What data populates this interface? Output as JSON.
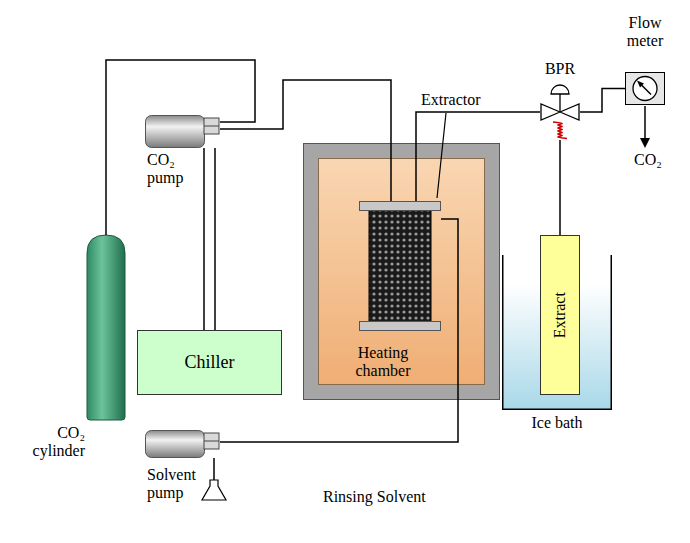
{
  "diagram": {
    "nodes": [
      {
        "text": [
          "CO₂ cylinder"
        ]
      },
      {
        "text": [
          "CO₂ pump"
        ]
      },
      {
        "text": [
          "Chiller"
        ]
      },
      {
        "text": [
          "Heating chamber"
        ]
      },
      {
        "text": [
          "Extractor"
        ],
        "in": 3
      },
      {
        "text": [
          "BPR"
        ]
      },
      {
        "text": [
          "Flow meter"
        ]
      },
      {
        "text": [
          "Ice bath"
        ]
      },
      {
        "text": [
          "Extract"
        ],
        "in": 7
      },
      {
        "text": [
          "Solvent pump"
        ]
      }
    ],
    "edges": [
      {
        "from": 0,
        "to": 1,
        "arrow": "none"
      },
      {
        "from": 1,
        "to": 2,
        "arrow": "none"
      },
      {
        "from": 1,
        "to": 2,
        "arrow": "none"
      },
      {
        "from": 1,
        "to": 4,
        "arrow": "none"
      },
      {
        "from": 4,
        "to": 5,
        "arrow": "none"
      },
      {
        "from": 5,
        "to": 6,
        "arrow": "none"
      },
      {
        "from": 5,
        "to": 8,
        "arrow": "none"
      },
      {
        "from": 9,
        "to": 4,
        "arrow": "none"
      }
    ],
    "labels": [
      "CO₂",
      "Rinsing Solvent"
    ]
  }
}
